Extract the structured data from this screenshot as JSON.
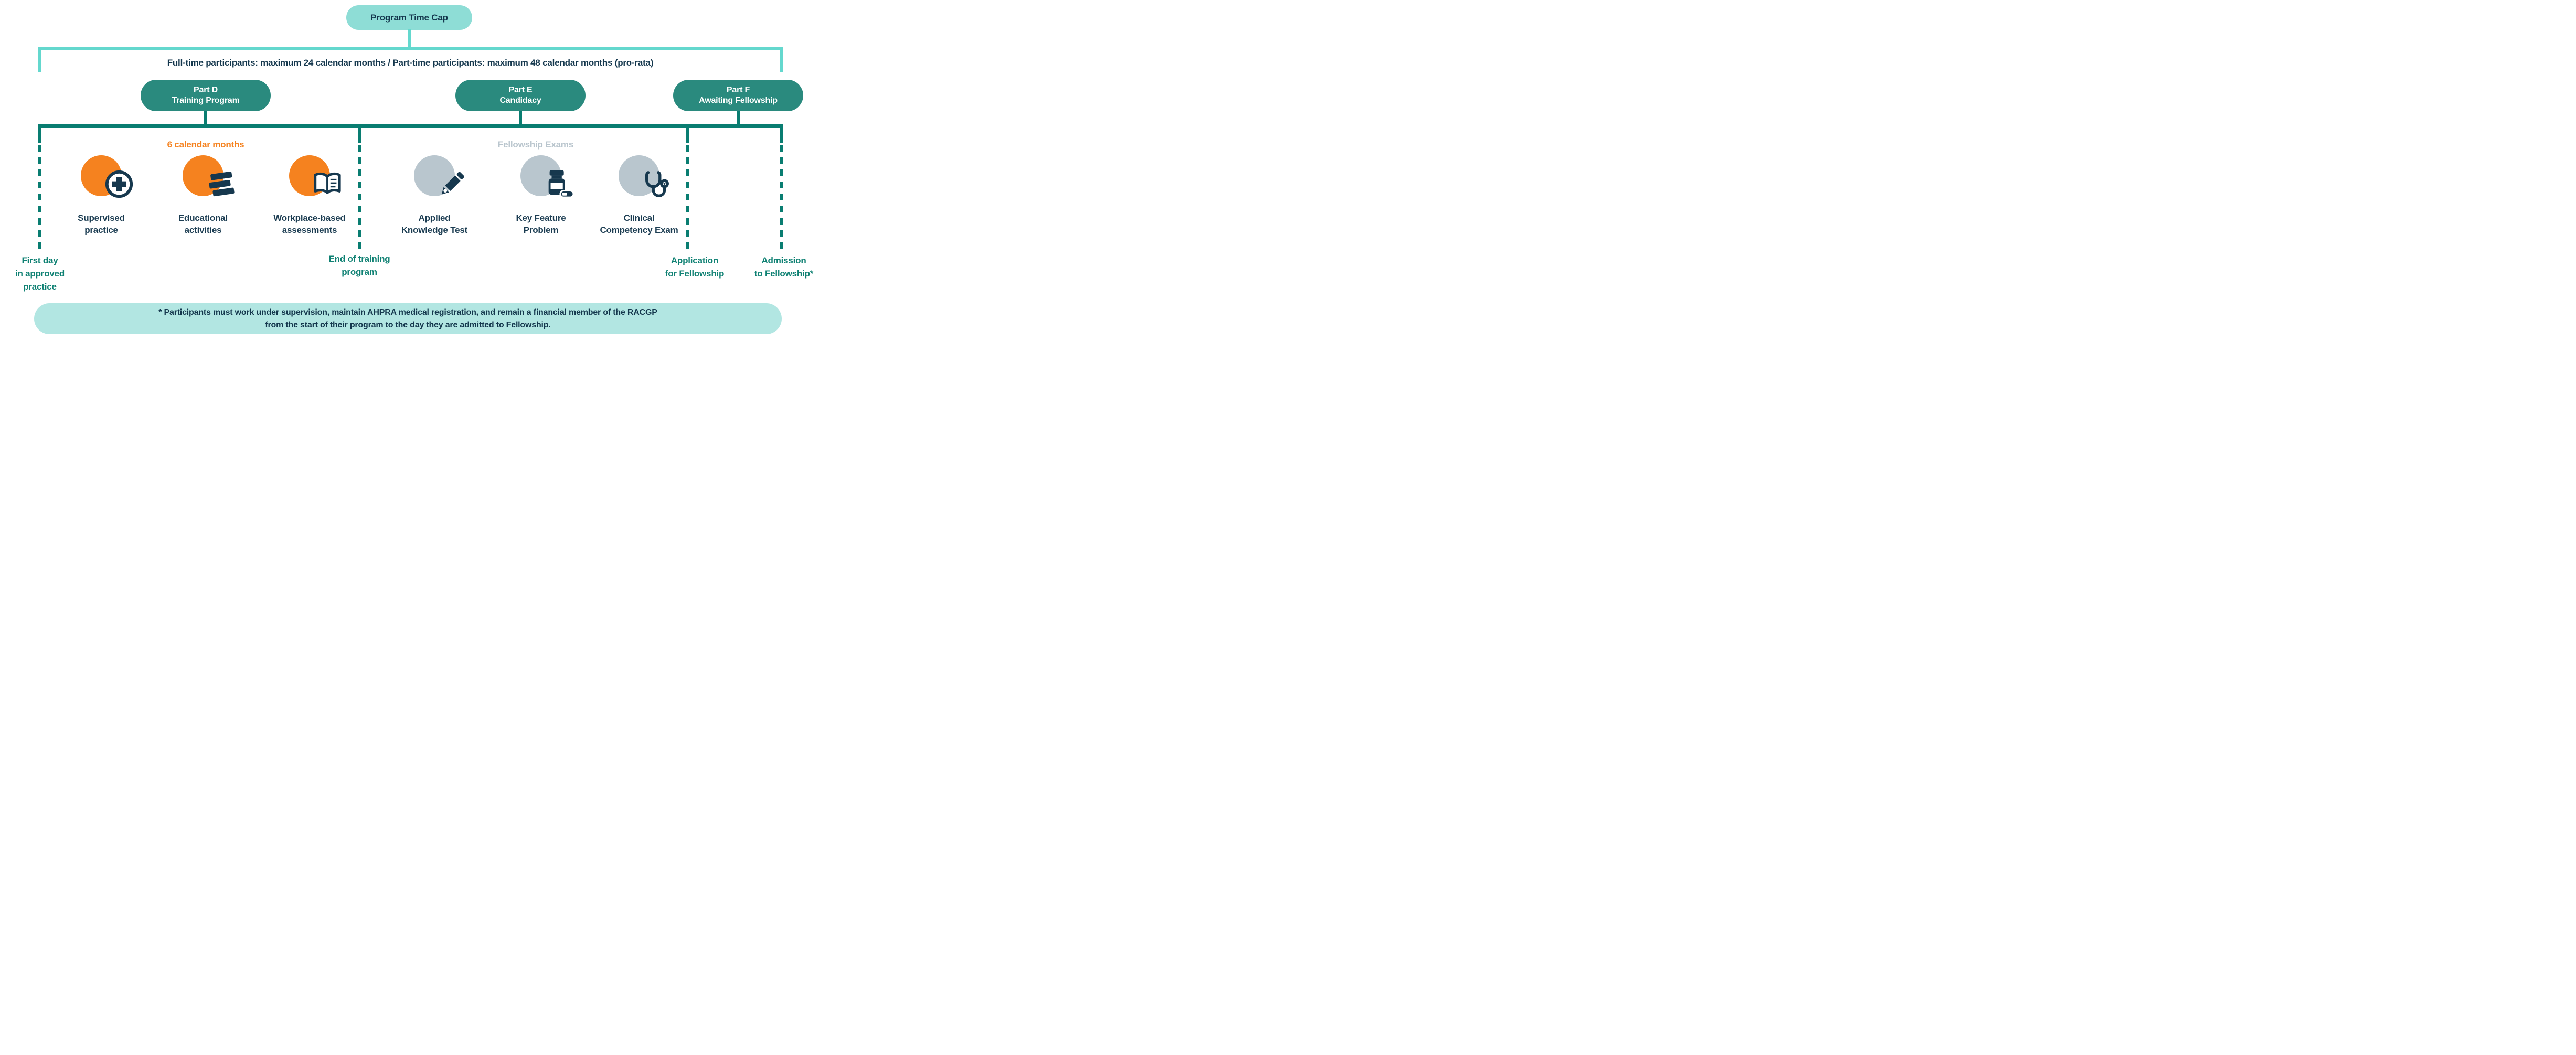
{
  "title_pill": {
    "label": "Program Time Cap"
  },
  "cap_note": "Full-time participants: maximum 24 calendar months / Part-time participants: maximum 48 calendar months (pro-rata)",
  "phases": [
    {
      "line1": "Part D",
      "line2": "Training Program"
    },
    {
      "line1": "Part E",
      "line2": "Candidacy"
    },
    {
      "line1": "Part F",
      "line2": "Awaiting Fellowship"
    }
  ],
  "section_labels": {
    "training_duration": "6 calendar months",
    "fellowship_exams": "Fellowship Exams"
  },
  "activities": [
    {
      "line1": "Supervised",
      "line2": "practice",
      "icon": "medical-cross-icon"
    },
    {
      "line1": "Educational",
      "line2": "activities",
      "icon": "books-icon"
    },
    {
      "line1": "Workplace-based",
      "line2": "assessments",
      "icon": "open-book-icon"
    }
  ],
  "exams": [
    {
      "line1": "Applied",
      "line2": "Knowledge Test",
      "icon": "pencil-icon"
    },
    {
      "line1": "Key Feature",
      "line2": "Problem",
      "icon": "pill-bottle-icon"
    },
    {
      "line1": "Clinical",
      "line2": "Competency Exam",
      "icon": "stethoscope-icon"
    }
  ],
  "milestones": [
    {
      "lines": [
        "First day",
        "in approved",
        "practice"
      ]
    },
    {
      "lines": [
        "End of training",
        "program"
      ]
    },
    {
      "lines": [
        "Application",
        "for Fellowship"
      ]
    },
    {
      "lines": [
        "Admission",
        "to Fellowship*"
      ]
    }
  ],
  "footnote": {
    "line1": "* Participants must work under supervision, maintain AHPRA medical registration, and remain a financial member of the RACGP",
    "line2": "from the start of their program to the day they are admitted to Fellowship."
  },
  "colors": {
    "mint_pill": "#8EDDD6",
    "bracket_line": "#64D8CE",
    "phase_pill": "#2A8A7E",
    "timeline_dark_teal": "#097D71",
    "navy_text": "#16384E",
    "orange_accent": "#F5821F",
    "gray_circle": "#B9C6CE",
    "gray_caption": "#B9C5CD",
    "milestone_text": "#0F8173",
    "footnote_bg": "#B2E6E2"
  }
}
